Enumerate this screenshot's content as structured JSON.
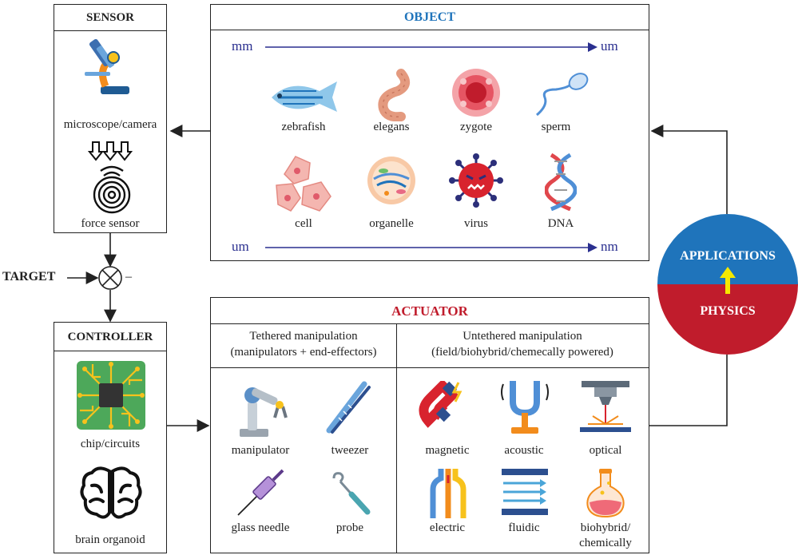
{
  "sensor": {
    "title": "SENSOR",
    "items": [
      {
        "label": "microscope/camera",
        "icon": "microscope-icon"
      },
      {
        "label": "force sensor",
        "icon": "fingerprint-sensor-icon"
      }
    ]
  },
  "object": {
    "title": "OBJECT",
    "title_color": "#1f74bb",
    "scale_top": {
      "from": "mm",
      "to": "um"
    },
    "scale_bottom": {
      "from": "um",
      "to": "nm"
    },
    "items": [
      {
        "label": "zebrafish",
        "icon": "fish-icon"
      },
      {
        "label": "elegans",
        "icon": "worm-icon"
      },
      {
        "label": "zygote",
        "icon": "zygote-icon"
      },
      {
        "label": "sperm",
        "icon": "sperm-icon"
      },
      {
        "label": "cell",
        "icon": "cells-icon"
      },
      {
        "label": "organelle",
        "icon": "organelle-icon"
      },
      {
        "label": "virus",
        "icon": "virus-icon"
      },
      {
        "label": "DNA",
        "icon": "dna-icon"
      }
    ]
  },
  "target": {
    "label": "TARGET",
    "minus": "–"
  },
  "controller": {
    "title": "CONTROLLER",
    "items": [
      {
        "label": "chip/circuits",
        "icon": "chip-icon"
      },
      {
        "label": "brain organoid",
        "icon": "brain-icon"
      }
    ]
  },
  "actuator": {
    "title": "ACTUATOR",
    "title_color": "#c01c2c",
    "tethered": {
      "heading_line1": "Tethered manipulation",
      "heading_line2": "(manipulators + end-effectors)",
      "items": [
        {
          "label": "manipulator",
          "icon": "robot-arm-icon"
        },
        {
          "label": "tweezer",
          "icon": "tweezer-icon"
        },
        {
          "label": "glass needle",
          "icon": "needle-icon"
        },
        {
          "label": "probe",
          "icon": "probe-icon"
        }
      ]
    },
    "untethered": {
      "heading_line1": "Untethered manipulation",
      "heading_line2": "(field/biohybrid/chemecally powered)",
      "items": [
        {
          "label": "magnetic",
          "icon": "magnet-icon"
        },
        {
          "label": "acoustic",
          "icon": "tuning-fork-icon"
        },
        {
          "label": "optical",
          "icon": "laser-icon"
        },
        {
          "label": "electric",
          "icon": "cable-icon"
        },
        {
          "label": "fluidic",
          "icon": "flow-icon"
        },
        {
          "label": "biohybrid/",
          "label2": "chemically",
          "icon": "flask-icon"
        }
      ]
    }
  },
  "circle": {
    "top_label": "APPLICATIONS",
    "bottom_label": "PHYSICS",
    "top_color": "#1f74bb",
    "bottom_color": "#c01c2c",
    "arrow_color": "#f5e800"
  }
}
